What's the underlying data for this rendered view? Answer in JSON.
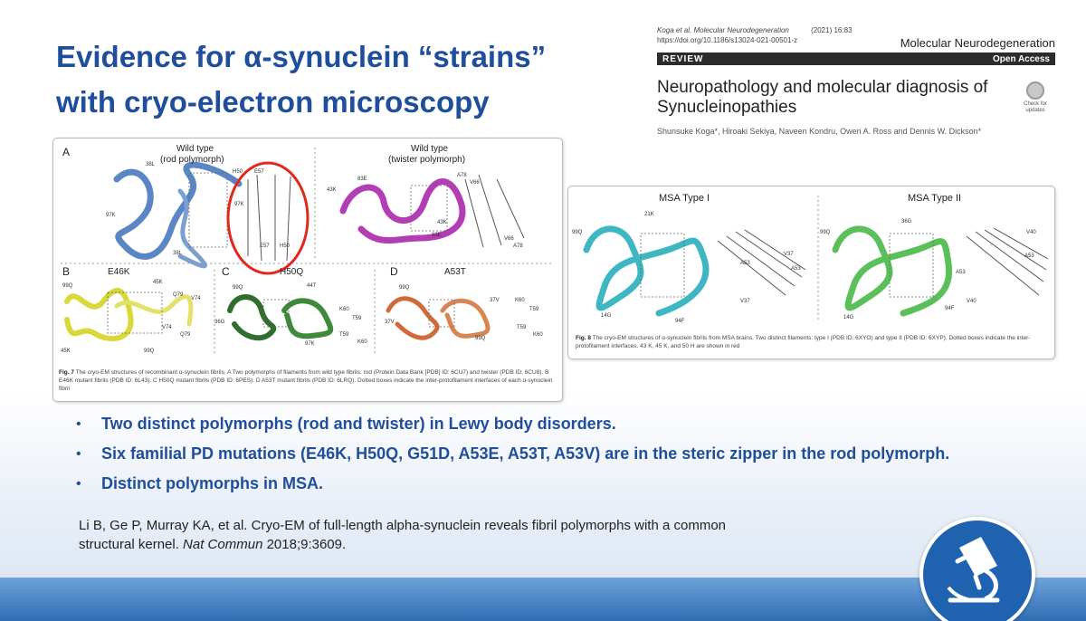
{
  "slide": {
    "title_line1": "Evidence for α-synuclein “strains”",
    "title_line2": "with cryo-electron microscopy"
  },
  "citation": {
    "authors_journal": "Koga et al. Molecular Neurodegeneration",
    "year_vol": "(2021) 16:83",
    "doi": "https://doi.org/10.1186/s13024-021-00501-z",
    "journal": "Molecular Neurodegeneration",
    "article_type": "REVIEW",
    "access": "Open Access",
    "article_title": "Neuropathology and molecular diagnosis of Synucleinopathies",
    "authors": "Shunsuke Koga*, Hiroaki Sekiya, Naveen Kondru, Owen A. Ross and Dennis W. Dickson*",
    "badge_text": "Check for updates"
  },
  "figure7": {
    "panel_a": "A",
    "wild_type_rod": "Wild type",
    "rod_sub": "(rod polymorph)",
    "wild_type_twister": "Wild type",
    "twister_sub": "(twister polymorph)",
    "panel_b": "B",
    "b_label": "E46K",
    "panel_c": "C",
    "c_label": "H50Q",
    "panel_d": "D",
    "d_label": "A53T",
    "residues": {
      "r38L_top": "38L",
      "r97K": "97K",
      "r38L_bot": "38L",
      "rH50": "H50",
      "rE57": "E57",
      "rK97": "97K",
      "rE57b": "E57",
      "rH50b": "H50",
      "r83E": "83E",
      "r43K": "43K",
      "rA78": "A78",
      "rV66": "V66",
      "r43Kb": "43K",
      "r83Eb": "83E",
      "rV66b": "V66",
      "rA78b": "A78",
      "b99Q": "99Q",
      "b45K": "45K",
      "bQ79": "Q79",
      "bV74": "V74",
      "b99Qb": "99Q",
      "bV74b": "V74",
      "bQ79b": "Q79",
      "b45Kb": "45K",
      "c99Q": "99Q",
      "c44T": "44T",
      "c36G": "36G",
      "cK60": "K60",
      "cT59": "T59",
      "c97K": "97K",
      "cT59b": "T59",
      "cK60b": "K60",
      "d99Q": "99Q",
      "d37V": "37V",
      "dK60": "K60",
      "dT59": "T59",
      "d37Vb": "37V",
      "d99Qb": "99Q",
      "dT59b": "T59",
      "dK60b": "K60"
    },
    "caption_label": "Fig. 7",
    "caption_text": "The cryo-EM structures of recombinant α-synuclein fibrils. A Two polymorphs of filaments from wild type fibrils: rod (Protein Data Bank [PDB] ID: 6CU7) and twister (PDB ID: 6CU8). B E46K mutant fibrils (PDB ID: 6L43). C H50Q mutant fibrils (PDB ID: 6PES). D A53T mutant fibrils (PDB ID: 6LRQ). Dotted boxes indicate the inter-protofilament interfaces of each α-synuclein fibril"
  },
  "figure8": {
    "type1": "MSA Type I",
    "type2": "MSA Type II",
    "residues": {
      "a99Q": "99Q",
      "a21K": "21K",
      "a14G": "14G",
      "a94F": "94F",
      "aA53": "A53",
      "aV37": "V37",
      "aA53b": "A53",
      "aV37b": "V37",
      "b36G": "36G",
      "b99Q": "99Q",
      "bV40": "V40",
      "bA53": "A53",
      "bA53b": "A53",
      "bV40b": "V40",
      "b14G": "14G",
      "b94F": "94F"
    },
    "caption_label": "Fig. 8",
    "caption_text": "The cryo-EM structures of α-synuclein fibrils from MSA brains. Two distinct filaments: type I (PDB ID: 6XYO) and type II (PDB ID: 6XYP). Dotted boxes indicate the inter-protofilament interfaces. 43 K, 45 K, and 50 H are shown in red"
  },
  "bullets": [
    "Two distinct polymorphs (rod and twister) in Lewy body disorders.",
    "Six familial PD mutations (E46K, H50Q, G51D, A53E, A53T, A53V) are in the steric zipper in the rod polymorph.",
    "Distinct polymorphs in MSA."
  ],
  "bullet_glyph": "•",
  "reference": {
    "line1": "Li B, Ge P, Murray KA, et al. Cryo-EM of full-length alpha-synuclein reveals fibril polymorphs with a common",
    "line2_pre": "structural kernel. ",
    "journal": "Nat Commun",
    "line2_post": " 2018;9:3609."
  },
  "logo": {
    "icon": "microscope-icon"
  },
  "colors": {
    "title": "#1f4e9c",
    "rod": "#5b86c4",
    "twister": "#b23db5",
    "e46k": "#d8d838",
    "h50q": "#3f8a3a",
    "a53t": "#d06a3a",
    "msa1": "#3fb7c2",
    "msa2": "#5cc05a",
    "highlight": "#e0281e",
    "band": "#2f6db3"
  }
}
